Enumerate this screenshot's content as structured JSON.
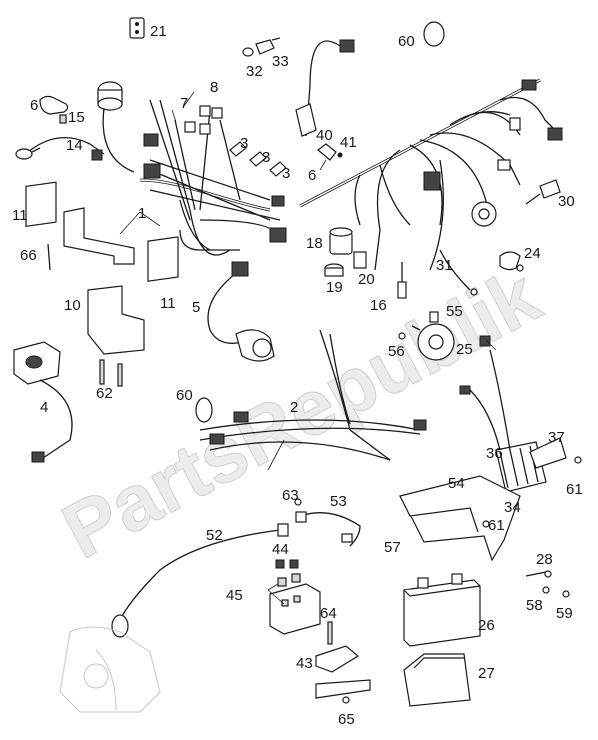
{
  "watermark": "PartsRepublik",
  "callouts": [
    {
      "id": "c21",
      "text": "21"
    },
    {
      "id": "c60a",
      "text": "60"
    },
    {
      "id": "c32",
      "text": "32"
    },
    {
      "id": "c33",
      "text": "33"
    },
    {
      "id": "c8",
      "text": "8"
    },
    {
      "id": "c6a",
      "text": "6"
    },
    {
      "id": "c15",
      "text": "15"
    },
    {
      "id": "c7",
      "text": "7"
    },
    {
      "id": "c14",
      "text": "14"
    },
    {
      "id": "c3a",
      "text": "3"
    },
    {
      "id": "c3b",
      "text": "3"
    },
    {
      "id": "c3c",
      "text": "3"
    },
    {
      "id": "c40",
      "text": "40"
    },
    {
      "id": "c41",
      "text": "41"
    },
    {
      "id": "c6b",
      "text": "6"
    },
    {
      "id": "c11a",
      "text": "11"
    },
    {
      "id": "c1",
      "text": "1"
    },
    {
      "id": "c30",
      "text": "30"
    },
    {
      "id": "c66",
      "text": "66"
    },
    {
      "id": "c18",
      "text": "18"
    },
    {
      "id": "c24",
      "text": "24"
    },
    {
      "id": "c20",
      "text": "20"
    },
    {
      "id": "c31",
      "text": "31"
    },
    {
      "id": "c19",
      "text": "19"
    },
    {
      "id": "c5",
      "text": "5"
    },
    {
      "id": "c10",
      "text": "10"
    },
    {
      "id": "c11b",
      "text": "11"
    },
    {
      "id": "c16",
      "text": "16"
    },
    {
      "id": "c55",
      "text": "55"
    },
    {
      "id": "c56",
      "text": "56"
    },
    {
      "id": "c25",
      "text": "25"
    },
    {
      "id": "c4",
      "text": "4"
    },
    {
      "id": "c62",
      "text": "62"
    },
    {
      "id": "c60b",
      "text": "60"
    },
    {
      "id": "c2",
      "text": "2"
    },
    {
      "id": "c37",
      "text": "37"
    },
    {
      "id": "c36",
      "text": "36"
    },
    {
      "id": "c61a",
      "text": "61"
    },
    {
      "id": "c54",
      "text": "54"
    },
    {
      "id": "c63",
      "text": "63"
    },
    {
      "id": "c53",
      "text": "53"
    },
    {
      "id": "c34",
      "text": "34"
    },
    {
      "id": "c61b",
      "text": "61"
    },
    {
      "id": "c52",
      "text": "52"
    },
    {
      "id": "c57",
      "text": "57"
    },
    {
      "id": "c44",
      "text": "44"
    },
    {
      "id": "c28",
      "text": "28"
    },
    {
      "id": "c45",
      "text": "45"
    },
    {
      "id": "c58",
      "text": "58"
    },
    {
      "id": "c59",
      "text": "59"
    },
    {
      "id": "c64",
      "text": "64"
    },
    {
      "id": "c26",
      "text": "26"
    },
    {
      "id": "c43",
      "text": "43"
    },
    {
      "id": "c27",
      "text": "27"
    },
    {
      "id": "c65",
      "text": "65"
    }
  ]
}
